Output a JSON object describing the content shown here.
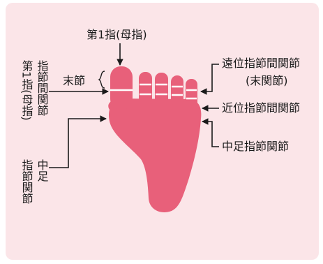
{
  "diagram": {
    "colors": {
      "background": "#fbe5e8",
      "foot": "#e8607a",
      "joint_lines": "#ffffff",
      "text": "#1a1a1a"
    },
    "labels": {
      "big_toe": "第1指(母指)",
      "distal_phalanx": "末節",
      "first_toe_ip_joint_col1": "第1指(母指)",
      "first_toe_ip_joint_col2": "指節間関節",
      "dip_joint_line1": "遠位指節間関節",
      "dip_joint_line2": "(末関節)",
      "pip_joint": "近位指節間関節",
      "mtp_joint_right": "中足指節関節",
      "mtp_joint_left_col1": "中足",
      "mtp_joint_left_col2": "指節関節"
    }
  }
}
